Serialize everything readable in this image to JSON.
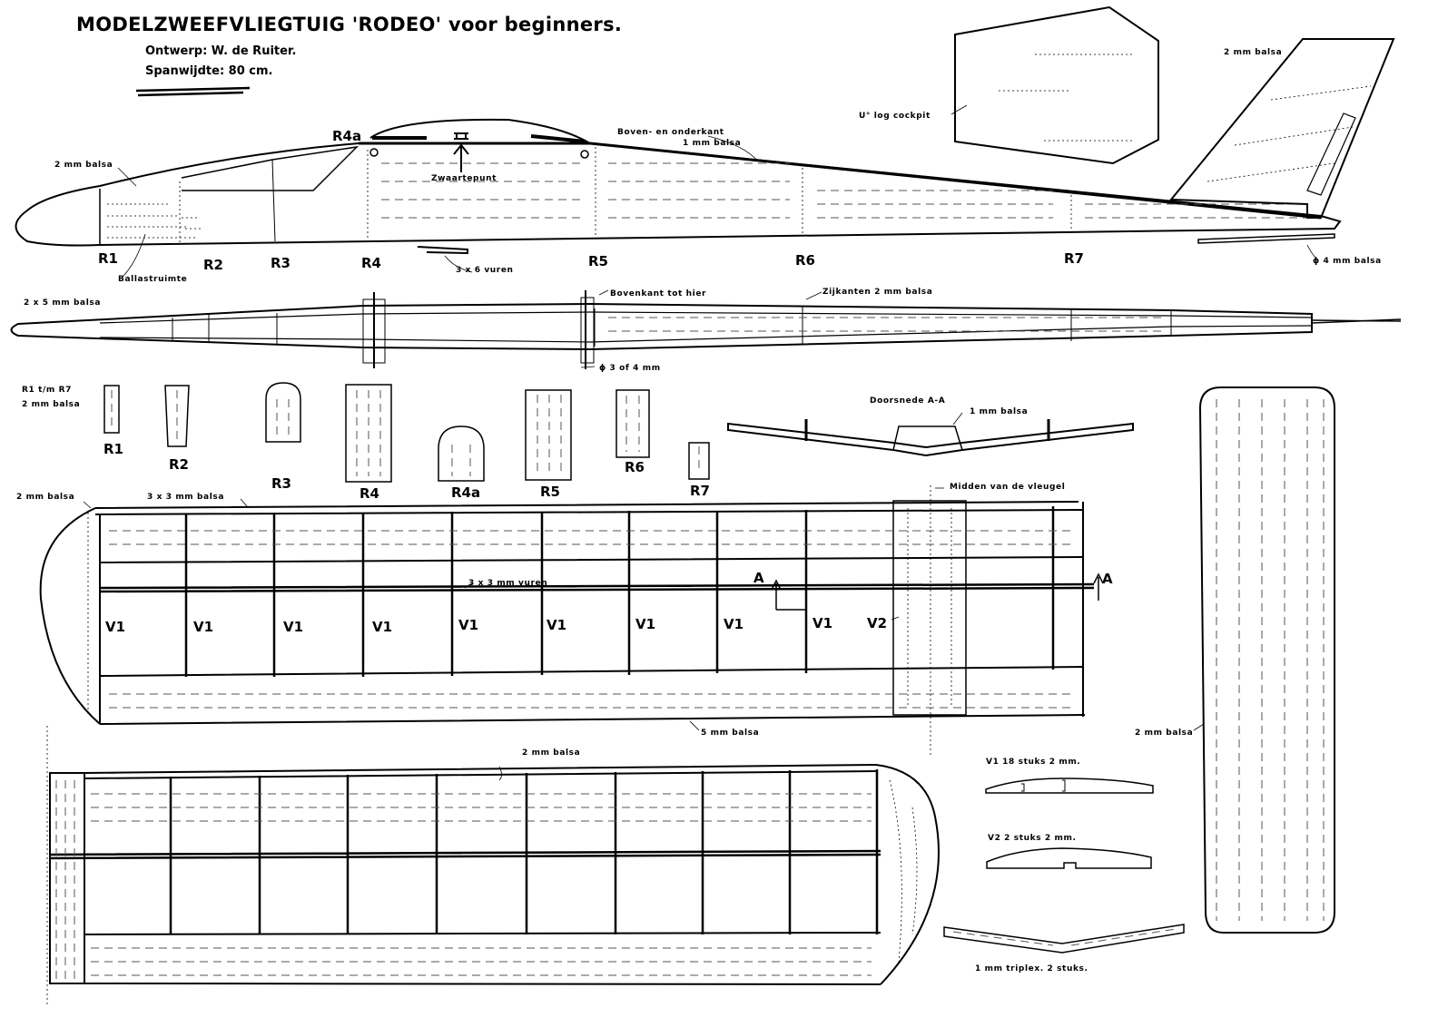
{
  "header": {
    "title": "MODELZWEEFVLIEGTUIG 'RODEO' voor beginners.",
    "design": "Ontwerp: W. de Ruiter.",
    "span": "Spanwijdte: 80 cm."
  },
  "fuselage_side": {
    "rib_labels": [
      "R1",
      "R2",
      "R3",
      "R4",
      "R4a",
      "R5",
      "R6",
      "R7"
    ],
    "notes": {
      "balsa_2mm_nose": "2 mm balsa",
      "ballast": "Ballastruimte",
      "cog": "Zwaartepunt",
      "top_bottom": "Boven- en onderkant",
      "top_bottom_2": "1 mm balsa",
      "hook": "3 x 6 vuren",
      "rod": "ϕ 4 mm balsa",
      "fin_balsa": "2 mm balsa",
      "cockpit": "U° log cockpit"
    }
  },
  "fuselage_top": {
    "notes": {
      "nose": "2 x 5 mm balsa",
      "top_to_here": "Bovenkant tot hier",
      "sides": "Zijkanten 2 mm balsa",
      "dowel": "ϕ 3 of 4 mm"
    }
  },
  "formers": {
    "note_1": "R1 t/m R7",
    "note_2": "2 mm balsa",
    "labels": [
      "R1",
      "R2",
      "R3",
      "R4",
      "R4a",
      "R5",
      "R6",
      "R7"
    ]
  },
  "section": {
    "title": "Doorsnede A-A",
    "note": "1 mm balsa",
    "marker": "A"
  },
  "wing_upper": {
    "le_note": "2 mm balsa",
    "spar_note": "3 x 3 mm balsa",
    "center_note": "Midden van de vleugel",
    "inner_spar_note": "3 x 3 mm vuren",
    "te_note": "5 mm balsa",
    "rib_labels": [
      "V1",
      "V1",
      "V1",
      "V1",
      "V1",
      "V1",
      "V1",
      "V1",
      "V1",
      "V2"
    ]
  },
  "wing_lower": {
    "note": "2 mm balsa"
  },
  "stabilizer": {
    "note": "2 mm balsa"
  },
  "ribs": {
    "v1": "V1   18 stuks   2 mm.",
    "v2": "V2   2 stuks   2 mm.",
    "dihedral": "1 mm triplex. 2 stuks."
  }
}
